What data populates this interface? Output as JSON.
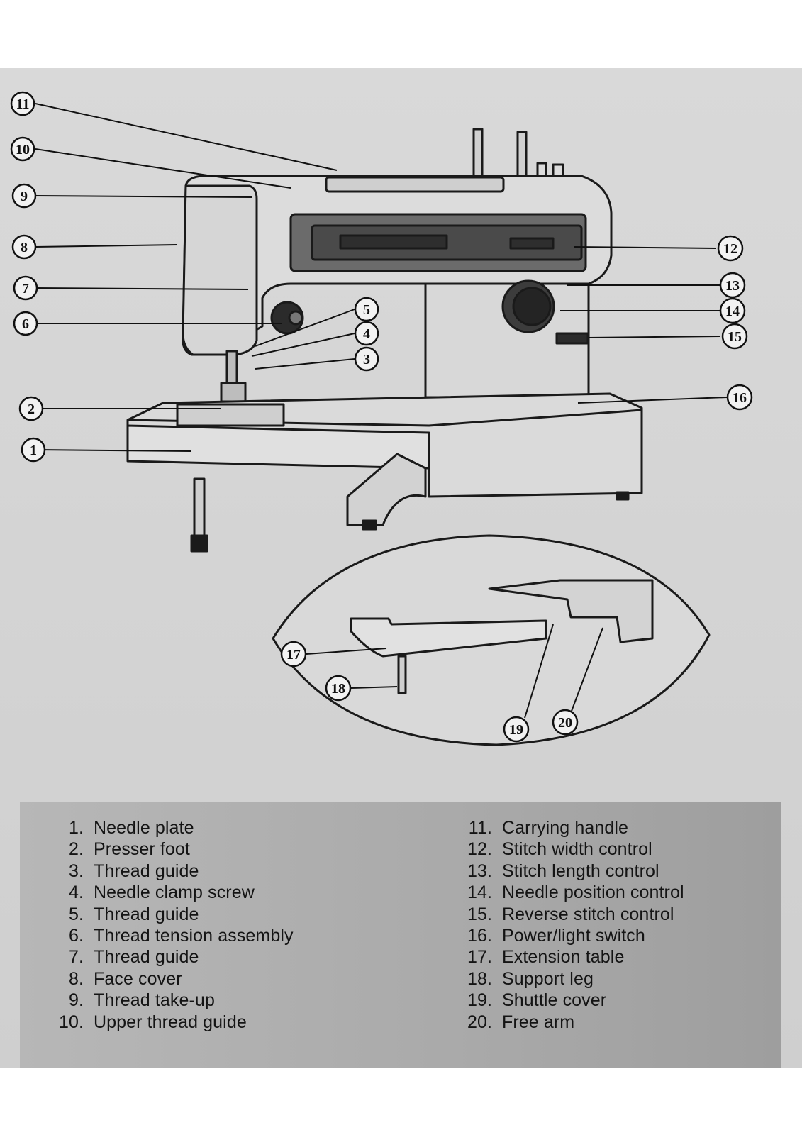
{
  "figure": {
    "callouts": [
      "1",
      "2",
      "3",
      "4",
      "5",
      "6",
      "7",
      "8",
      "9",
      "10",
      "11",
      "12",
      "13",
      "14",
      "15",
      "16",
      "17",
      "18",
      "19",
      "20"
    ]
  },
  "legend": {
    "left": [
      {
        "num": "1.",
        "label": "Needle plate"
      },
      {
        "num": "2.",
        "label": "Presser foot"
      },
      {
        "num": "3.",
        "label": "Thread guide"
      },
      {
        "num": "4.",
        "label": "Needle clamp screw"
      },
      {
        "num": "5.",
        "label": "Thread guide"
      },
      {
        "num": "6.",
        "label": "Thread tension assembly"
      },
      {
        "num": "7.",
        "label": "Thread guide"
      },
      {
        "num": "8.",
        "label": "Face cover"
      },
      {
        "num": "9.",
        "label": "Thread take-up"
      },
      {
        "num": "10.",
        "label": "Upper thread guide"
      }
    ],
    "right": [
      {
        "num": "11.",
        "label": "Carrying handle"
      },
      {
        "num": "12.",
        "label": "Stitch width control"
      },
      {
        "num": "13.",
        "label": "Stitch length control"
      },
      {
        "num": "14.",
        "label": "Needle position control"
      },
      {
        "num": "15.",
        "label": "Reverse stitch control"
      },
      {
        "num": "16.",
        "label": "Power/light switch"
      },
      {
        "num": "17.",
        "label": "Extension table"
      },
      {
        "num": "18.",
        "label": "Support leg"
      },
      {
        "num": "19.",
        "label": "Shuttle cover"
      },
      {
        "num": "20.",
        "label": "Free arm"
      }
    ]
  }
}
